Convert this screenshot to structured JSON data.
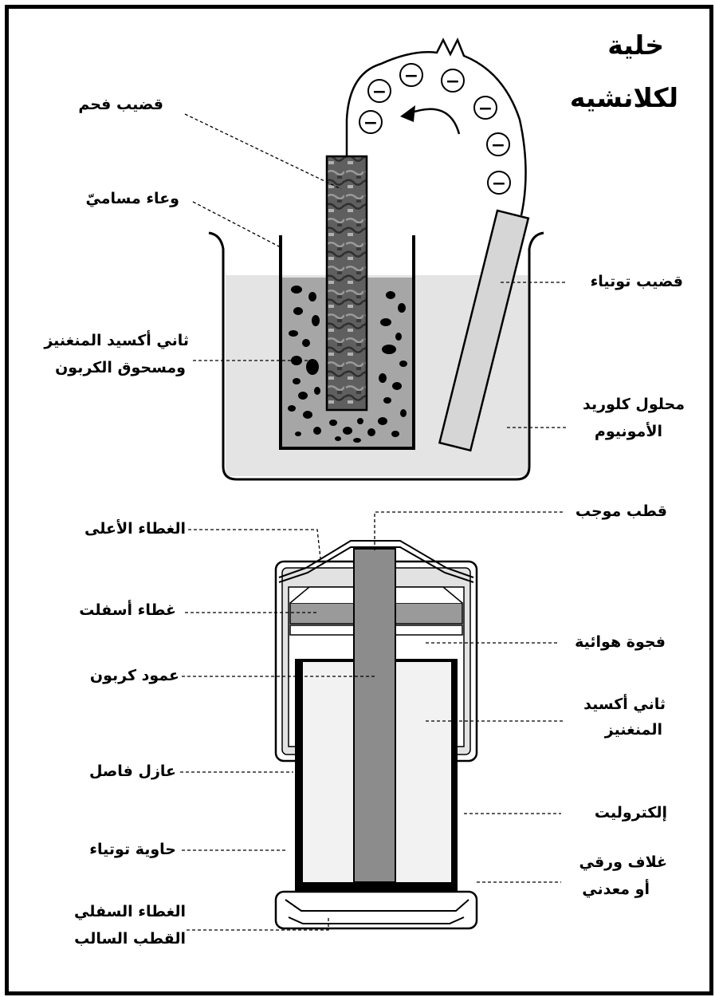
{
  "title": {
    "line1": "خلية",
    "line2": "لكلانشيه"
  },
  "labels": {
    "carbon_rod": "قضيب فحم",
    "porous_pot": "وعاء مساميّ",
    "mno2_carbon_1": "ثاني أكسيد المنغنيز",
    "mno2_carbon_2": "ومسحوق الكربون",
    "zinc_rod": "قضيب توتياء",
    "nh4cl_1": "محلول كلوريد",
    "nh4cl_2": "الأمونيوم",
    "top_cap": "الغطاء الأعلى",
    "asphalt_cover": "غطاء أسفلت",
    "carbon_column": "عمود كربون",
    "separator": "عازل فاصل",
    "zinc_container": "حاوية توتياء",
    "bottom_cover": "الغطاء السفلي",
    "negative_pole": "القطب السالب",
    "positive_pole": "قطب موجب",
    "air_gap": "فجوة هوائية",
    "mno2_1": "ثاني أكسيد",
    "mno2_2": "المنغنيز",
    "electrolyte": "إلكتروليت",
    "jacket_1": "غلاف ورقي",
    "jacket_2": "أو معدني"
  },
  "electron_symbol": "−",
  "colors": {
    "solution": "#e4e4e4",
    "mix": "#a6a6a6",
    "zinc_rod": "#d6d6d6",
    "carbon_rod": "#6e6e6e",
    "battery_core": "#8c8c8c",
    "asphalt": "#9a9a9a",
    "paste": "#f2f2f2"
  }
}
